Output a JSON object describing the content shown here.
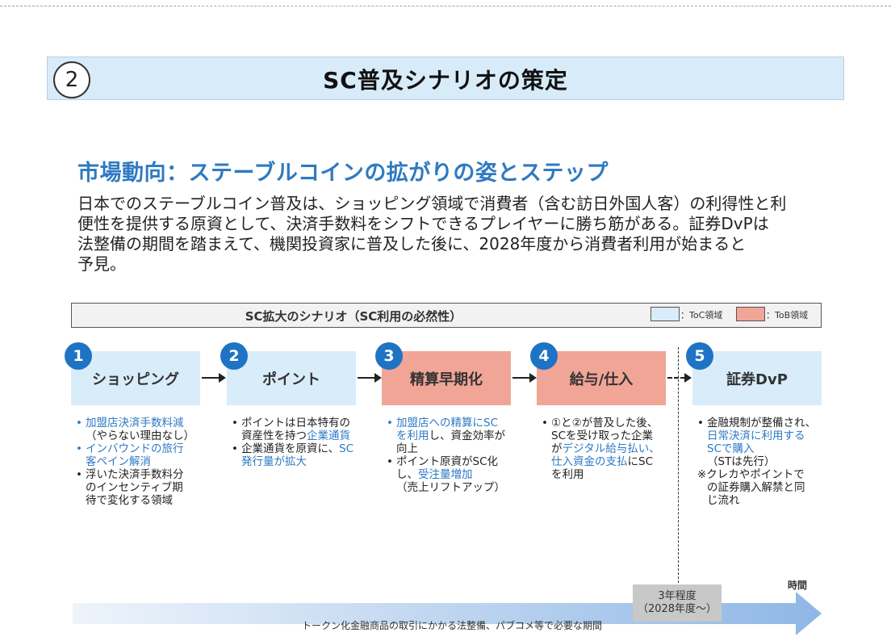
{
  "header": {
    "number": "2",
    "title": "SC普及シナリオの策定"
  },
  "section": {
    "title": "市場動向：ステーブルコインの拡がりの姿とステップ",
    "lines": [
      "日本でのステーブルコイン普及は、ショッピング領域で消費者（含む訪日外国人客）の利得性と利",
      "便性を提供する原資として、決済手数料をシフトできるプレイヤーに勝ち筋がある。証券DvPは",
      "法整備の期間を踏まえて、機関投資家に普及した後に、2028年度から消費者利用が始まると",
      "予見。"
    ]
  },
  "scenario": {
    "title": "SC拡大のシナリオ（SC利用の必然性）",
    "legend": [
      {
        "label": "：ToC領域",
        "color": "#d9ecfa"
      },
      {
        "label": "：ToB領域",
        "color": "#f0a597"
      }
    ]
  },
  "steps": [
    {
      "num": "1",
      "label": "ショッピング"
    },
    {
      "num": "2",
      "label": "ポイント"
    },
    {
      "num": "3",
      "label": "精算早期化"
    },
    {
      "num": "4",
      "label": "給与/仕入"
    },
    {
      "num": "5",
      "label": "証券DvP"
    }
  ],
  "bullets": {
    "s1": {
      "b1": [
        "加盟店決済手数料減",
        "（やらない理由なし）"
      ],
      "b2": [
        "インバウンドの旅行",
        "客ペイン解消"
      ],
      "b3": [
        "浮いた決済手数料分",
        "のインセンティブ期",
        "待で変化する領域"
      ]
    },
    "s2": {
      "b1": [
        "ポイントは日本特有の",
        "資産性を持つ",
        "企業通貨"
      ],
      "b2": [
        "企業通貨を原資に、",
        "SC",
        "発行量が拡大"
      ]
    },
    "s3": {
      "b1": [
        "加盟店への精算にSC",
        "を利用",
        "し、資金効率が",
        "向上"
      ],
      "b2": [
        "ポイント原資がSC化",
        "し、",
        "受注量増加",
        "（売上リフトアップ）"
      ]
    },
    "s4": {
      "b1": [
        "①と②が普及した後、",
        "SCを受け取った企業",
        "が",
        "デジタル給与払い、",
        "仕入資金の支払",
        "にSC",
        "を利用"
      ]
    },
    "s5": {
      "b1": [
        "金融規制が整備され、",
        "日常決済に利用する",
        "SCで購入",
        "（STは先行）"
      ],
      "b2": [
        "※クレカやポイントで",
        "の証券購入解禁と同",
        "じ流れ"
      ]
    }
  },
  "timeline": {
    "label": "トークン化金融商品の取引にかかる法整備、パブコメ等で必要な期間",
    "axis": "時間",
    "badge_line1": "3年程度",
    "badge_line2": "（2028年度～）"
  }
}
